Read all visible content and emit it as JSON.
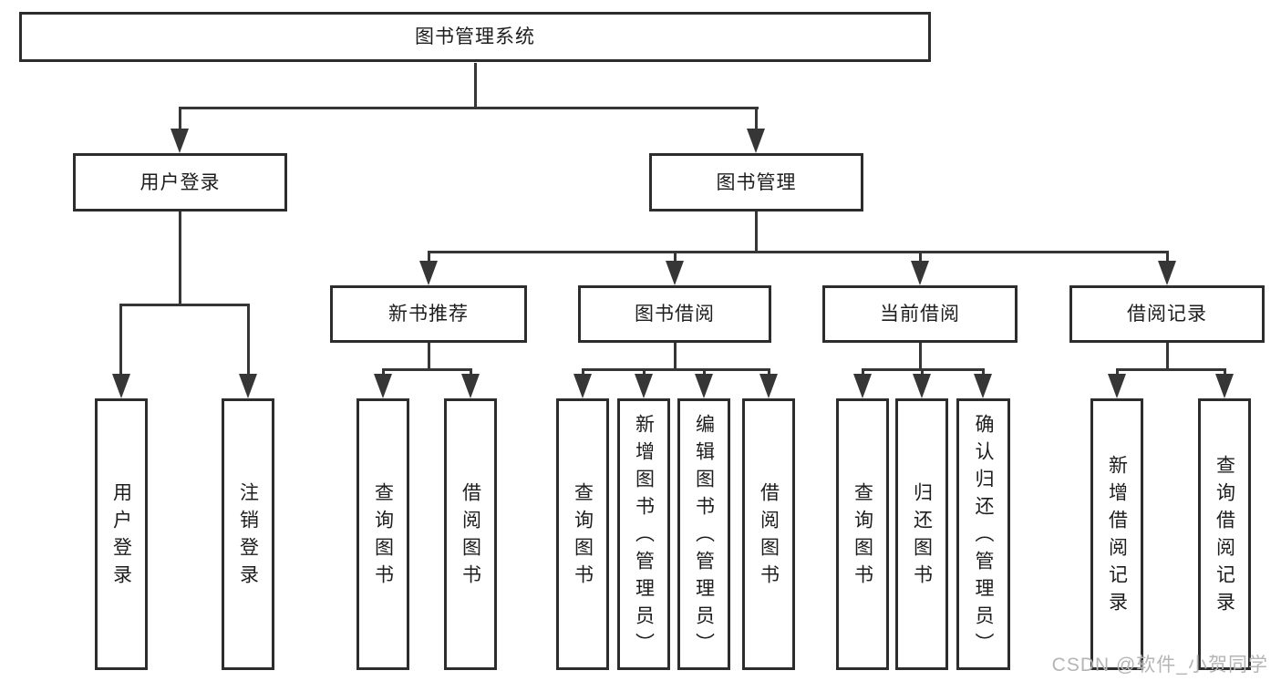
{
  "nodes": {
    "root": "图书管理系统",
    "level2": {
      "user_login": "用户登录",
      "book_management": "图书管理"
    },
    "level3": {
      "new_book_recommend": "新书推荐",
      "book_borrow": "图书借阅",
      "current_borrow": "当前借阅",
      "borrow_records": "借阅记录"
    },
    "leaves": {
      "user_login": [
        "用户登录",
        "注销登录"
      ],
      "new_book_recommend": [
        "查询图书",
        "借阅图书"
      ],
      "book_borrow": [
        "查询图书",
        "新增图书（管理员）",
        "编辑图书（管理员）",
        "借阅图书"
      ],
      "current_borrow": [
        "查询图书",
        "归还图书",
        "确认归还（管理员）"
      ],
      "borrow_records": [
        "新增借阅记录",
        "查询借阅记录"
      ]
    }
  },
  "watermark": "CSDN @软件_小贺同学",
  "colors": {
    "line": "#363636",
    "box_border": "#2d2d2d",
    "text": "#1d1d1d",
    "watermark": "#b5b5b5",
    "background": "#ffffff"
  }
}
